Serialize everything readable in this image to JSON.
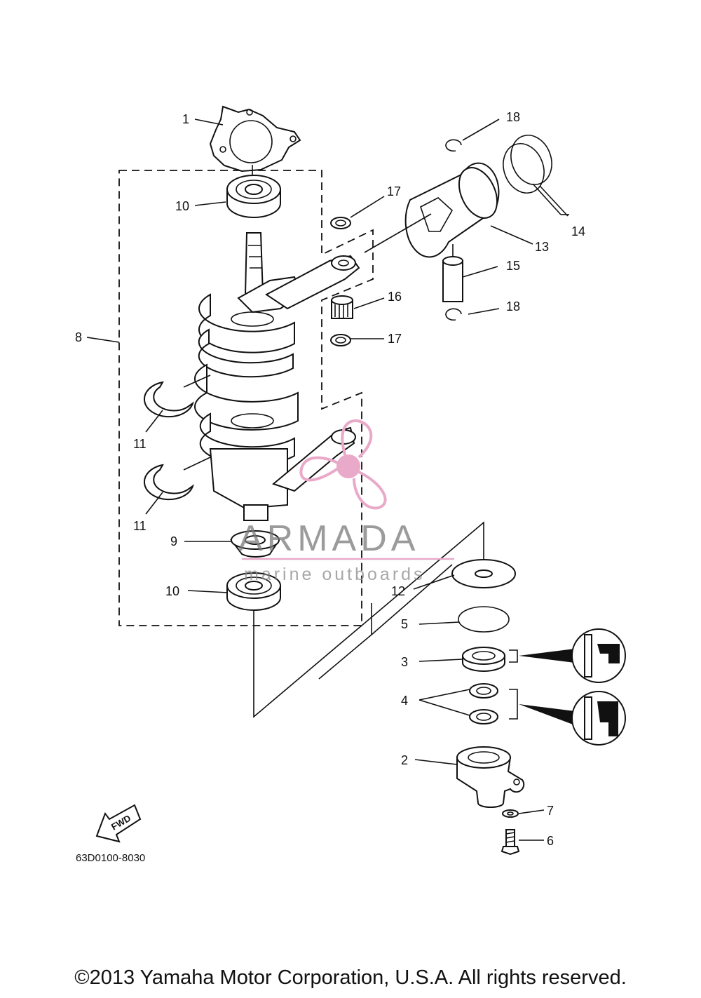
{
  "diagram": {
    "callouts": [
      "1",
      "10",
      "8",
      "11",
      "11",
      "9",
      "10",
      "17",
      "18",
      "14",
      "13",
      "15",
      "16",
      "18",
      "17",
      "12",
      "5",
      "3",
      "4",
      "2",
      "7",
      "6"
    ],
    "diagram_code": "63D0100-8030",
    "fwd_label": "FWD"
  },
  "watermark": {
    "brand": "ARMADA",
    "tagline": "marine outboards",
    "color": "#e9a9c8"
  },
  "footer": {
    "copyright": "©2013 Yamaha Motor Corporation, U.S.A. All rights reserved."
  }
}
